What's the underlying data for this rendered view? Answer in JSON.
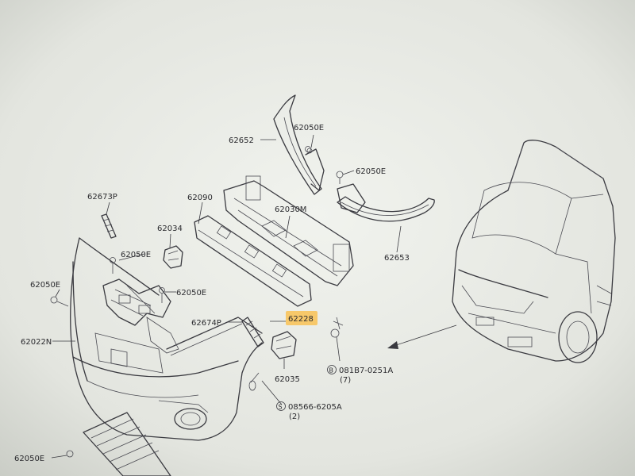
{
  "labels": {
    "p62652": "62652",
    "p62050e_top": "62050E",
    "p62050e_right": "62050E",
    "p62673p": "62673P",
    "p62090": "62090",
    "p62030m": "62030M",
    "p62034": "62034",
    "p62050e_mid": "62050E",
    "p62653": "62653",
    "p62050e_left": "62050E",
    "p62050e_mid2": "62050E",
    "p62022n": "62022N",
    "p62674p": "62674P",
    "p62228": "62228",
    "p62035": "62035",
    "p081b7": "081B7-0251A",
    "p081b7_qty": "(7)",
    "p081b7_prefix": "B",
    "p08566": "08566-6205A",
    "p08566_qty": "(2)",
    "p08566_prefix": "S",
    "p62050e_bottom": "62050E"
  },
  "colors": {
    "paper": "#eceee8",
    "ink": "#3a3a40",
    "highlight": "#f7c86a"
  }
}
